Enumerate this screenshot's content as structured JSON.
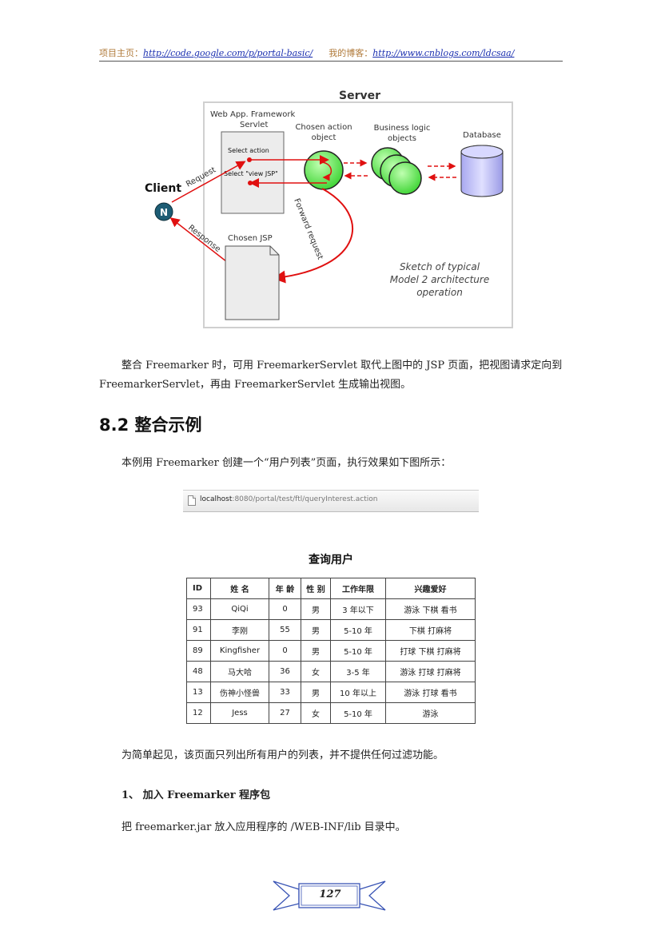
{
  "header": {
    "project_label": "项目主页：",
    "project_url": "http://code.google.com/p/portal-basic/",
    "blog_label": "我的博客：",
    "blog_url": "http://www.cnblogs.com/ldcsaa/"
  },
  "diagram": {
    "server": "Server",
    "framework_line1": "Web App. Framework",
    "framework_line2": "Servlet",
    "select_action": "Select action",
    "select_view": "Select \"view JSP\"",
    "chosen_action_line1": "Chosen action",
    "chosen_action_line2": "object",
    "business_line1": "Business logic",
    "business_line2": "objects",
    "database": "Database",
    "client": "Client",
    "client_icon_letter": "N",
    "request": "Request",
    "response": "Response",
    "forward_request": "Forward request",
    "chosen_jsp": "Chosen JSP",
    "sketch_line1": "Sketch of typical",
    "sketch_line2": "Model 2 architecture",
    "sketch_line3": "operation"
  },
  "para1_line1": "整合 Freemarker 时，可用 FreemarkerServlet 取代上图中的 JSP 页面，把视图请求定向到",
  "para1_line2": "FreemarkerServlet，再由 FreemarkerServlet 生成输出视图。",
  "section_title": "8.2 整合示例",
  "para2": "本例用 Freemarker 创建一个“用户列表”页面，执行效果如下图所示：",
  "browser": {
    "url_host": "localhost",
    "url_rest": ":8080/portal/test/ftl/queryInterest.action"
  },
  "table": {
    "title": "查询用户",
    "headers": [
      "ID",
      "姓 名",
      "年 龄",
      "性 别",
      "工作年限",
      "兴趣爱好"
    ],
    "rows": [
      [
        "93",
        "QiQi",
        "0",
        "男",
        "3 年以下",
        "游泳 下棋 看书"
      ],
      [
        "91",
        "李刚",
        "55",
        "男",
        "5-10 年",
        "下棋 打麻将"
      ],
      [
        "89",
        "Kingfisher",
        "0",
        "男",
        "5-10 年",
        "打球 下棋 打麻将"
      ],
      [
        "48",
        "马大哈",
        "36",
        "女",
        "3-5 年",
        "游泳 打球 打麻将"
      ],
      [
        "13",
        "伤神小怪兽",
        "33",
        "男",
        "10 年以上",
        "游泳 打球 看书"
      ],
      [
        "12",
        "Jess",
        "27",
        "女",
        "5-10 年",
        "游泳"
      ]
    ]
  },
  "para3": "为简单起见，该页面只列出所有用户的列表，并不提供任何过滤功能。",
  "step1_title": "1、 加入 Freemarker 程序包",
  "para4": "把 freemarker.jar 放入应用程序的 /WEB-INF/lib 目录中。",
  "page_number": "127"
}
